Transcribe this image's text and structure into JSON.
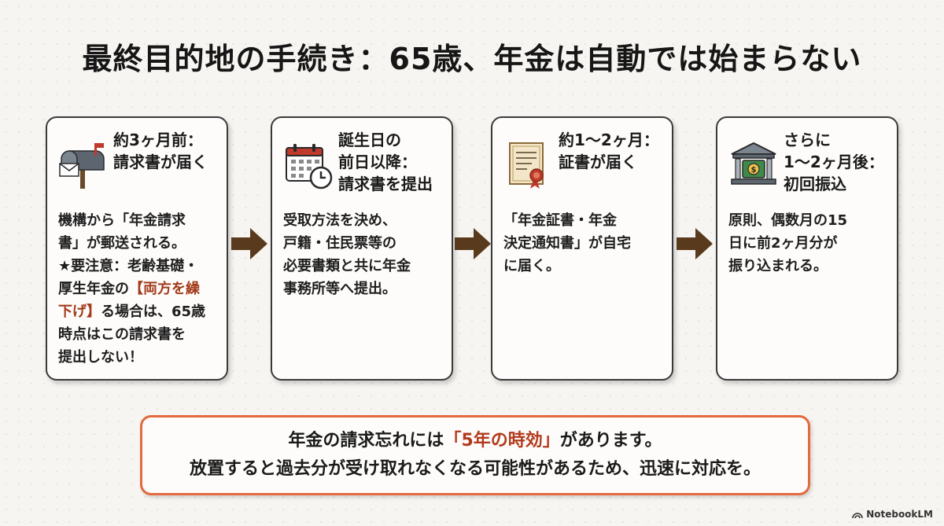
{
  "title": "最終目的地の手続き：65歳、年金は自動では始まらない",
  "steps": [
    {
      "icon": "mailbox-icon",
      "heading": "約3ヶ月前：\n請求書が届く",
      "body_1": "機構から「年金請求\n書」が郵送される。\n★要注意：老齢基礎・\n厚生年金の",
      "body_highlight": "【両方を繰\n下げ】",
      "body_2": "る場合は、65歳\n時点はこの請求書を\n提出しない！"
    },
    {
      "icon": "calendar-clock-icon",
      "heading": "誕生日の\n前日以降：\n請求書を提出",
      "body": "受取方法を決め、\n戸籍・住民票等の\n必要書類と共に年金\n事務所等へ提出。"
    },
    {
      "icon": "certificate-icon",
      "heading": "約1〜2ヶ月：\n証書が届く",
      "body": "「年金証書・年金\n決定通知書」が自宅\nに届く。"
    },
    {
      "icon": "bank-icon",
      "heading": "さらに\n1〜2ヶ月後：\n初回振込",
      "body": "原則、偶数月の15\n日に前2ヶ月分が\n振り込まれる。"
    }
  ],
  "note": {
    "line1_pre": "年金の請求忘れには",
    "line1_highlight": "「5年の時効」",
    "line1_post": "があります。",
    "line2": "放置すると過去分が受け取れなくなる可能性があるため、迅速に対応を。"
  },
  "brand": "NotebookLM",
  "colors": {
    "arrow": "#5a3a1c",
    "highlight": "#a33a1a",
    "note_border": "#e3693f"
  }
}
